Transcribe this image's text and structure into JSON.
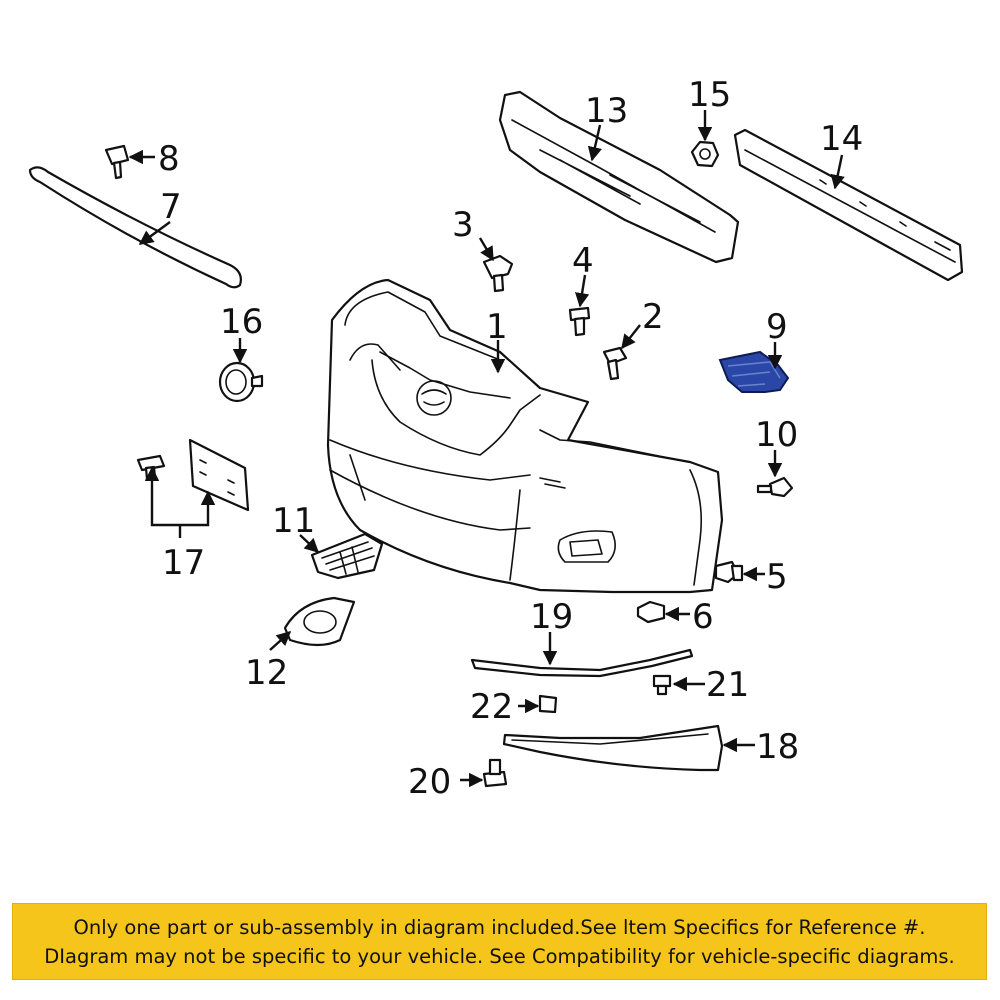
{
  "callouts": [
    "1",
    "2",
    "3",
    "4",
    "5",
    "6",
    "7",
    "8",
    "9",
    "10",
    "11",
    "12",
    "13",
    "14",
    "15",
    "16",
    "17",
    "18",
    "19",
    "20",
    "21",
    "22"
  ],
  "highlight_color": "#2a47a8",
  "banner": {
    "line1": "Only one part or sub-assembly in diagram included.See ltem Specifics for Reference #.",
    "line2": "DIagram may not be specific to your vehicle. See Compatibility for vehicle-specific diagrams.",
    "background": "#f5c51c"
  }
}
